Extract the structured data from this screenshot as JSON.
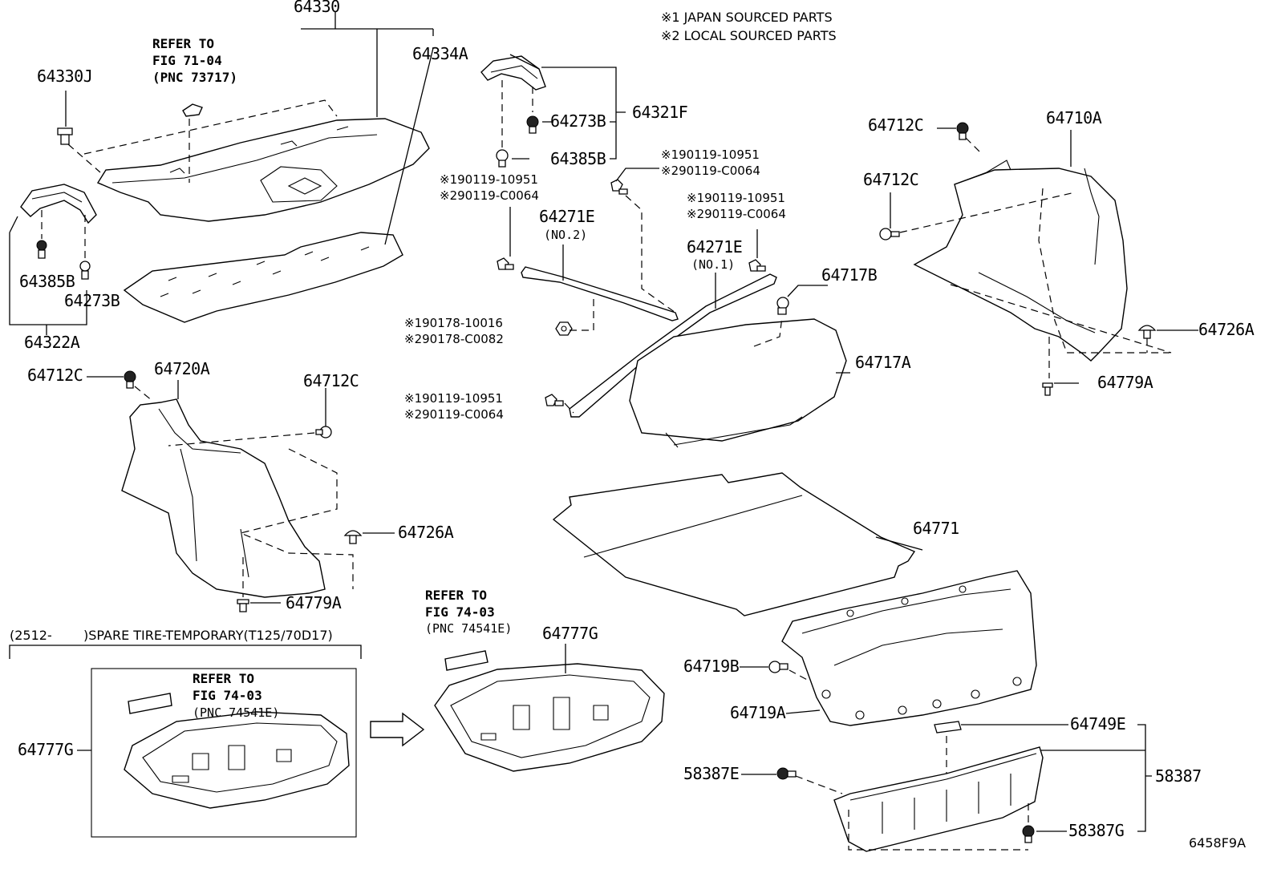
{
  "notes": {
    "japan": "※1 JAPAN SOURCED PARTS",
    "local": "※2 LOCAL SOURCED PARTS"
  },
  "refs": {
    "fig7104": {
      "l1": "REFER TO",
      "l2": "FIG 71-04",
      "l3": "(PNC 73717)"
    },
    "fig7403a": {
      "l1": "REFER TO",
      "l2": "FIG 74-03",
      "l3": "(PNC 74541E)"
    },
    "fig7403b": {
      "l1": "REFER TO",
      "l2": "FIG 74-03",
      "l3": "(PNC 74541E)"
    }
  },
  "spare_tire": {
    "date_from": "(2512-",
    "desc": ")SPARE TIRE-TEMPORARY(T125/70D17)"
  },
  "labels": {
    "p64330": "64330",
    "p64330J": "64330J",
    "p64334A": "64334A",
    "p64273B_top": "64273B",
    "p64321F": "64321F",
    "p64385B_top": "64385B",
    "p64385B_left": "64385B",
    "p64273B_left": "64273B",
    "p64322A": "64322A",
    "p64271E_no2": "64271E",
    "no2": "(NO.2)",
    "p64271E_no1": "64271E",
    "no1": "(NO.1)",
    "p64717B": "64717B",
    "p64717A": "64717A",
    "p64712C_tl": "64712C",
    "p64712C_tr": "64712C",
    "p64710A": "64710A",
    "p64726A_r": "64726A",
    "p64779A_r": "64779A",
    "p64712C_l": "64712C",
    "p64720A": "64720A",
    "p64712C_m": "64712C",
    "p64726A_l": "64726A",
    "p64779A_l": "64779A",
    "p64771": "64771",
    "p64719B": "64719B",
    "p64719A": "64719A",
    "p64749E": "64749E",
    "p58387E": "58387E",
    "p58387": "58387",
    "p58387G": "58387G",
    "p64777G_main": "64777G",
    "p64777G_box": "64777G",
    "diagram_id": "6458F9A"
  },
  "codes": {
    "c1a": "※190119-10951",
    "c1b": "※290119-C0064",
    "c2a": "※190119-10951",
    "c2b": "※290119-C0064",
    "c3a": "※190119-10951",
    "c3b": "※290119-C0064",
    "c4a": "※190178-10016",
    "c4b": "※290178-C0082",
    "c5a": "※190119-10951",
    "c5b": "※290119-C0064"
  }
}
